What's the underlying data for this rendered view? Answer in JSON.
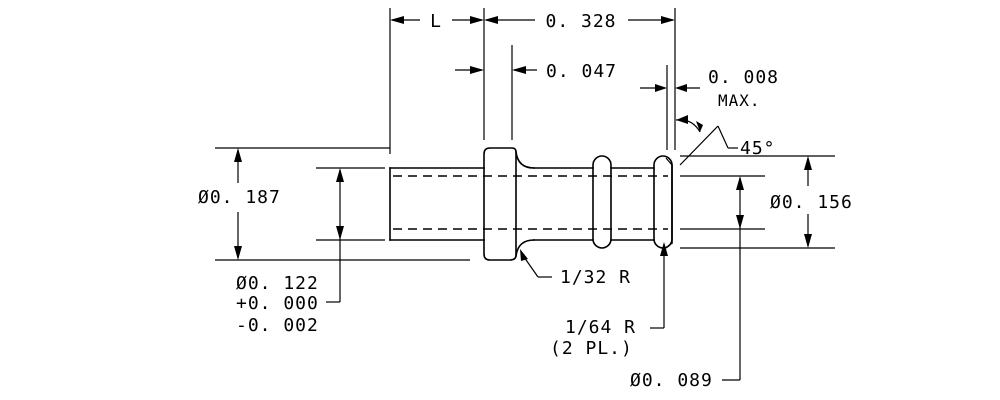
{
  "dimensions": {
    "length_l": "L",
    "overall_length": "0. 328",
    "collar_width": "0. 047",
    "tip_chamfer": "0. 008",
    "tip_chamfer_note": "MAX.",
    "chamfer_angle": "45°",
    "collar_diameter": "Ø0. 187",
    "body_diameter": "Ø0. 156",
    "shank_diameter": "Ø0. 122",
    "shank_tol_plus": "+0. 000",
    "shank_tol_minus": "-0. 002",
    "fillet_radius": "1/32 R",
    "groove_radius": "1/64 R",
    "groove_radius_note": "(2 PL.)",
    "bore_diameter": "Ø0. 089"
  }
}
